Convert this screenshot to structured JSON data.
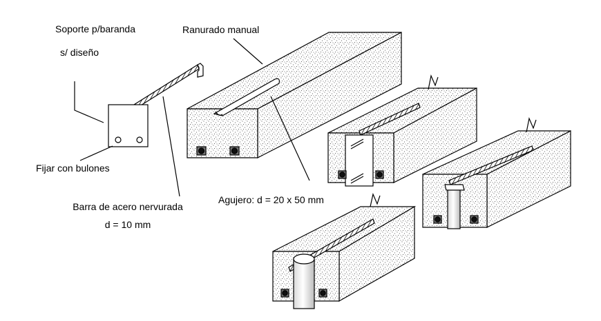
{
  "labels": {
    "soporte": "Soporte p/baranda",
    "diseno": "s/ diseño",
    "fijar": "Fijar con bulones",
    "barra": "Barra de acero nervurada",
    "diametro": "d = 10 mm",
    "ranurado": "Ranurado manual",
    "agujero": "Agujero: d = 20 x 50 mm"
  }
}
